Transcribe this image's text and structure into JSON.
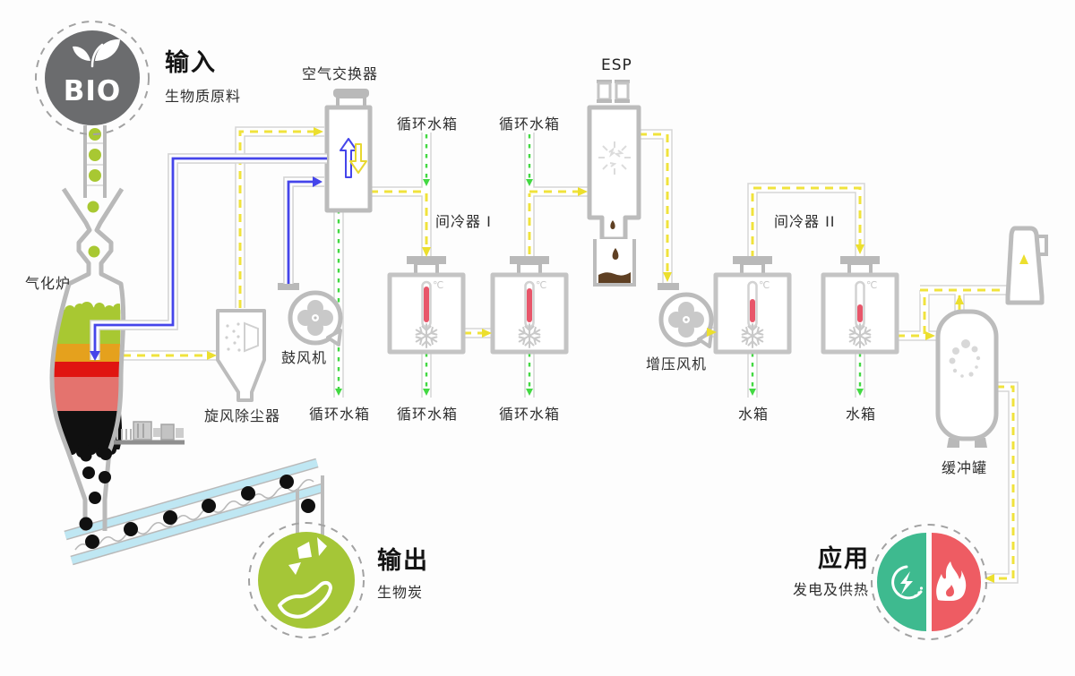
{
  "diagram_title": "biomass-gasification-process-flow",
  "labels": {
    "input_title": "输入",
    "input_sub": "生物质原料",
    "bio": "BIO",
    "air_exchanger": "空气交换器",
    "circulating_tank": "循环水箱",
    "esp": "ESP",
    "intercooler1": "间冷器 I",
    "intercooler2": "间冷器 II",
    "gasifier": "气化炉",
    "blower": "鼓风机",
    "cyclone": "旋风除尘器",
    "booster_fan": "增压风机",
    "water_tank": "水箱",
    "buffer_tank": "缓冲罐",
    "output_title": "输出",
    "output_sub": "生物炭",
    "app_title": "应用",
    "app_sub": "发电及供热",
    "celsius": "℃"
  },
  "colors": {
    "bio_badge_gray": "#6b6c6e",
    "biomass_green": "#a8c832",
    "band_orange": "#e5a11d",
    "band_red": "#e01511",
    "band_salmon": "#e4736e",
    "char_black": "#101010",
    "syngas_yellow": "#f0e33c",
    "cooling_water_green": "#43d943",
    "air_blue": "#4545ea",
    "equipment_gray": "#bcbcbc",
    "conveyor_blue": "#bfe7f3",
    "thermometer_red": "#e8566a",
    "tar_brown": "#5f4023",
    "output_green": "#a5c637",
    "app_power_green": "#3eba8f",
    "app_heat_red": "#ee5c63"
  },
  "flows": {
    "yellow_dashed": "syngas",
    "green_dashed": "cooling water",
    "blue_solid": "air"
  }
}
